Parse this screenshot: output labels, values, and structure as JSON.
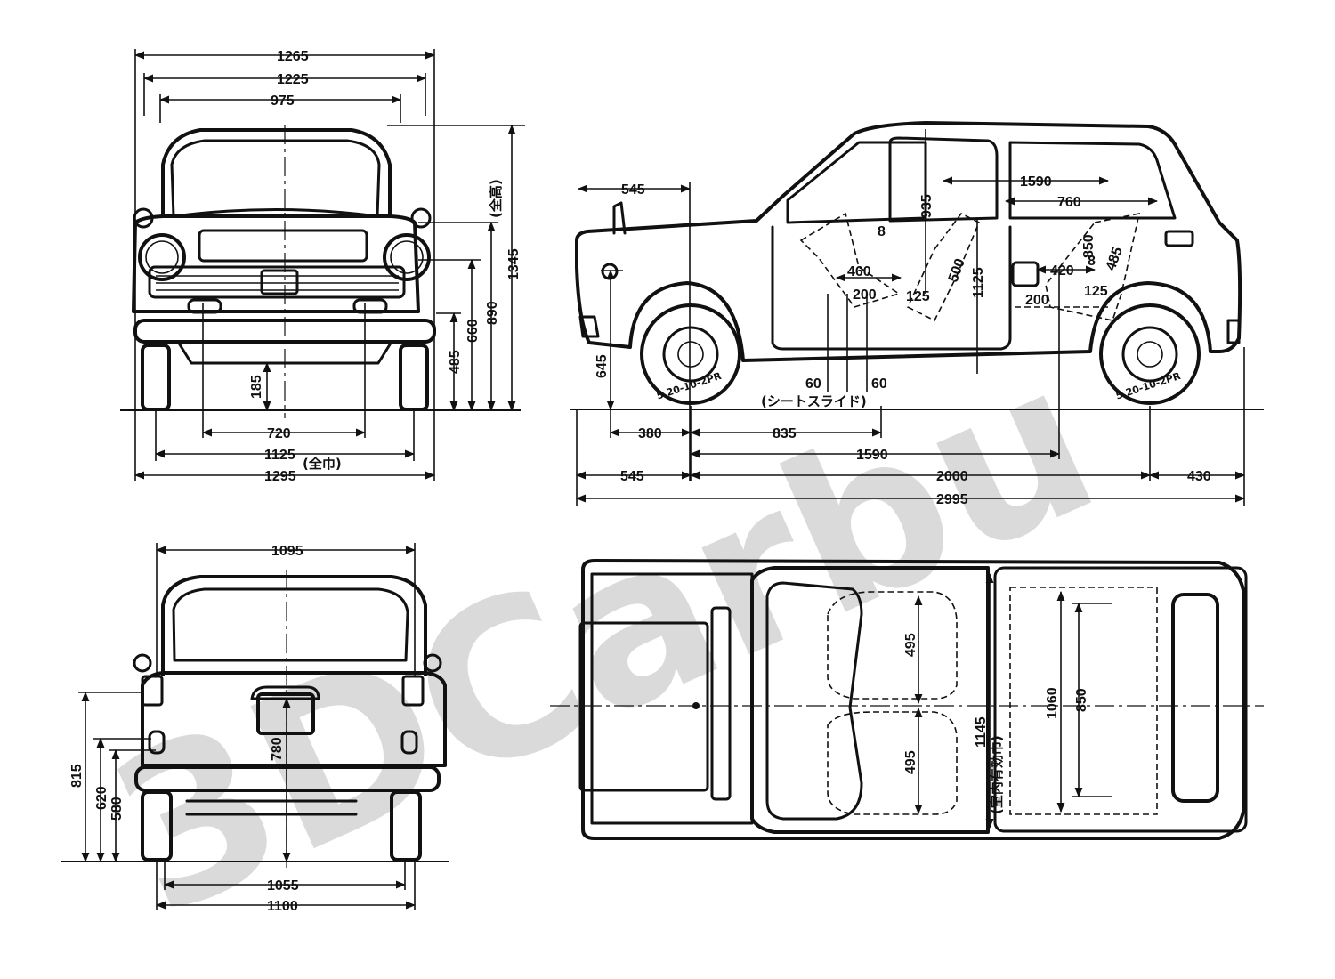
{
  "watermark": "3DCarbu",
  "front_view": {
    "widths": [
      "1265",
      "1225",
      "975"
    ],
    "overall_height": "1345",
    "overall_height_note": "(全高)",
    "heights": [
      "890",
      "660",
      "485",
      "185"
    ],
    "bottom_widths": [
      "720",
      "1125",
      "1295"
    ],
    "bottom_width_note": "(全巾)"
  },
  "side_view": {
    "front_overhang_top": "545",
    "interior_lengths": [
      "1590",
      "760"
    ],
    "seat_dims": [
      "935",
      "8",
      "460",
      "125",
      "500",
      "200",
      "1125",
      "850",
      "8",
      "420",
      "485",
      "125",
      "200"
    ],
    "ground_clearance_axle": "645",
    "slide_values": [
      "60",
      "60"
    ],
    "slide_label": "(シートスライド)",
    "tire_label": "5.20-10-2PR",
    "row1": [
      "380",
      "835"
    ],
    "row2": "1590",
    "row3": [
      "545",
      "2000",
      "430"
    ],
    "overall_length": "2995"
  },
  "rear_view": {
    "top_width": "1095",
    "heights": [
      "815",
      "620",
      "580",
      "780"
    ],
    "bottom_widths": [
      "1055",
      "1100"
    ]
  },
  "top_view": {
    "seat_widths": [
      "495",
      "495"
    ],
    "cabin_width": "1145",
    "cabin_note": "(室内有効巾)",
    "rear_widths": [
      "1060",
      "850"
    ]
  }
}
